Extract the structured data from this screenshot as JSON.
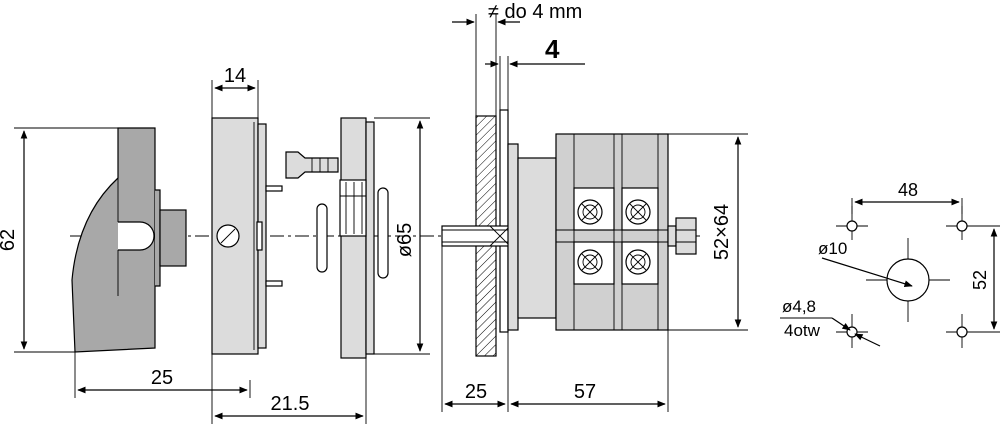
{
  "dimensions": {
    "handle_height": "62",
    "handle_length": "25",
    "bezel_width": "14",
    "plate_offset": "21.5",
    "panel_diameter": "ø65",
    "panel_thickness_max": "≠ do 4 mm",
    "panel_gap": "4",
    "shaft_length": "25",
    "body_length": "57",
    "body_size": "52×64",
    "hole_spacing_h": "48",
    "hole_spacing_v": "52",
    "center_hole": "ø10",
    "mount_hole": "ø4,8",
    "mount_hole_count": "4otw"
  },
  "colors": {
    "handle_fill": "#a8a8a8",
    "part_fill": "#dcdcdc",
    "body_fill": "#d0d0d0",
    "line": "#000000"
  }
}
